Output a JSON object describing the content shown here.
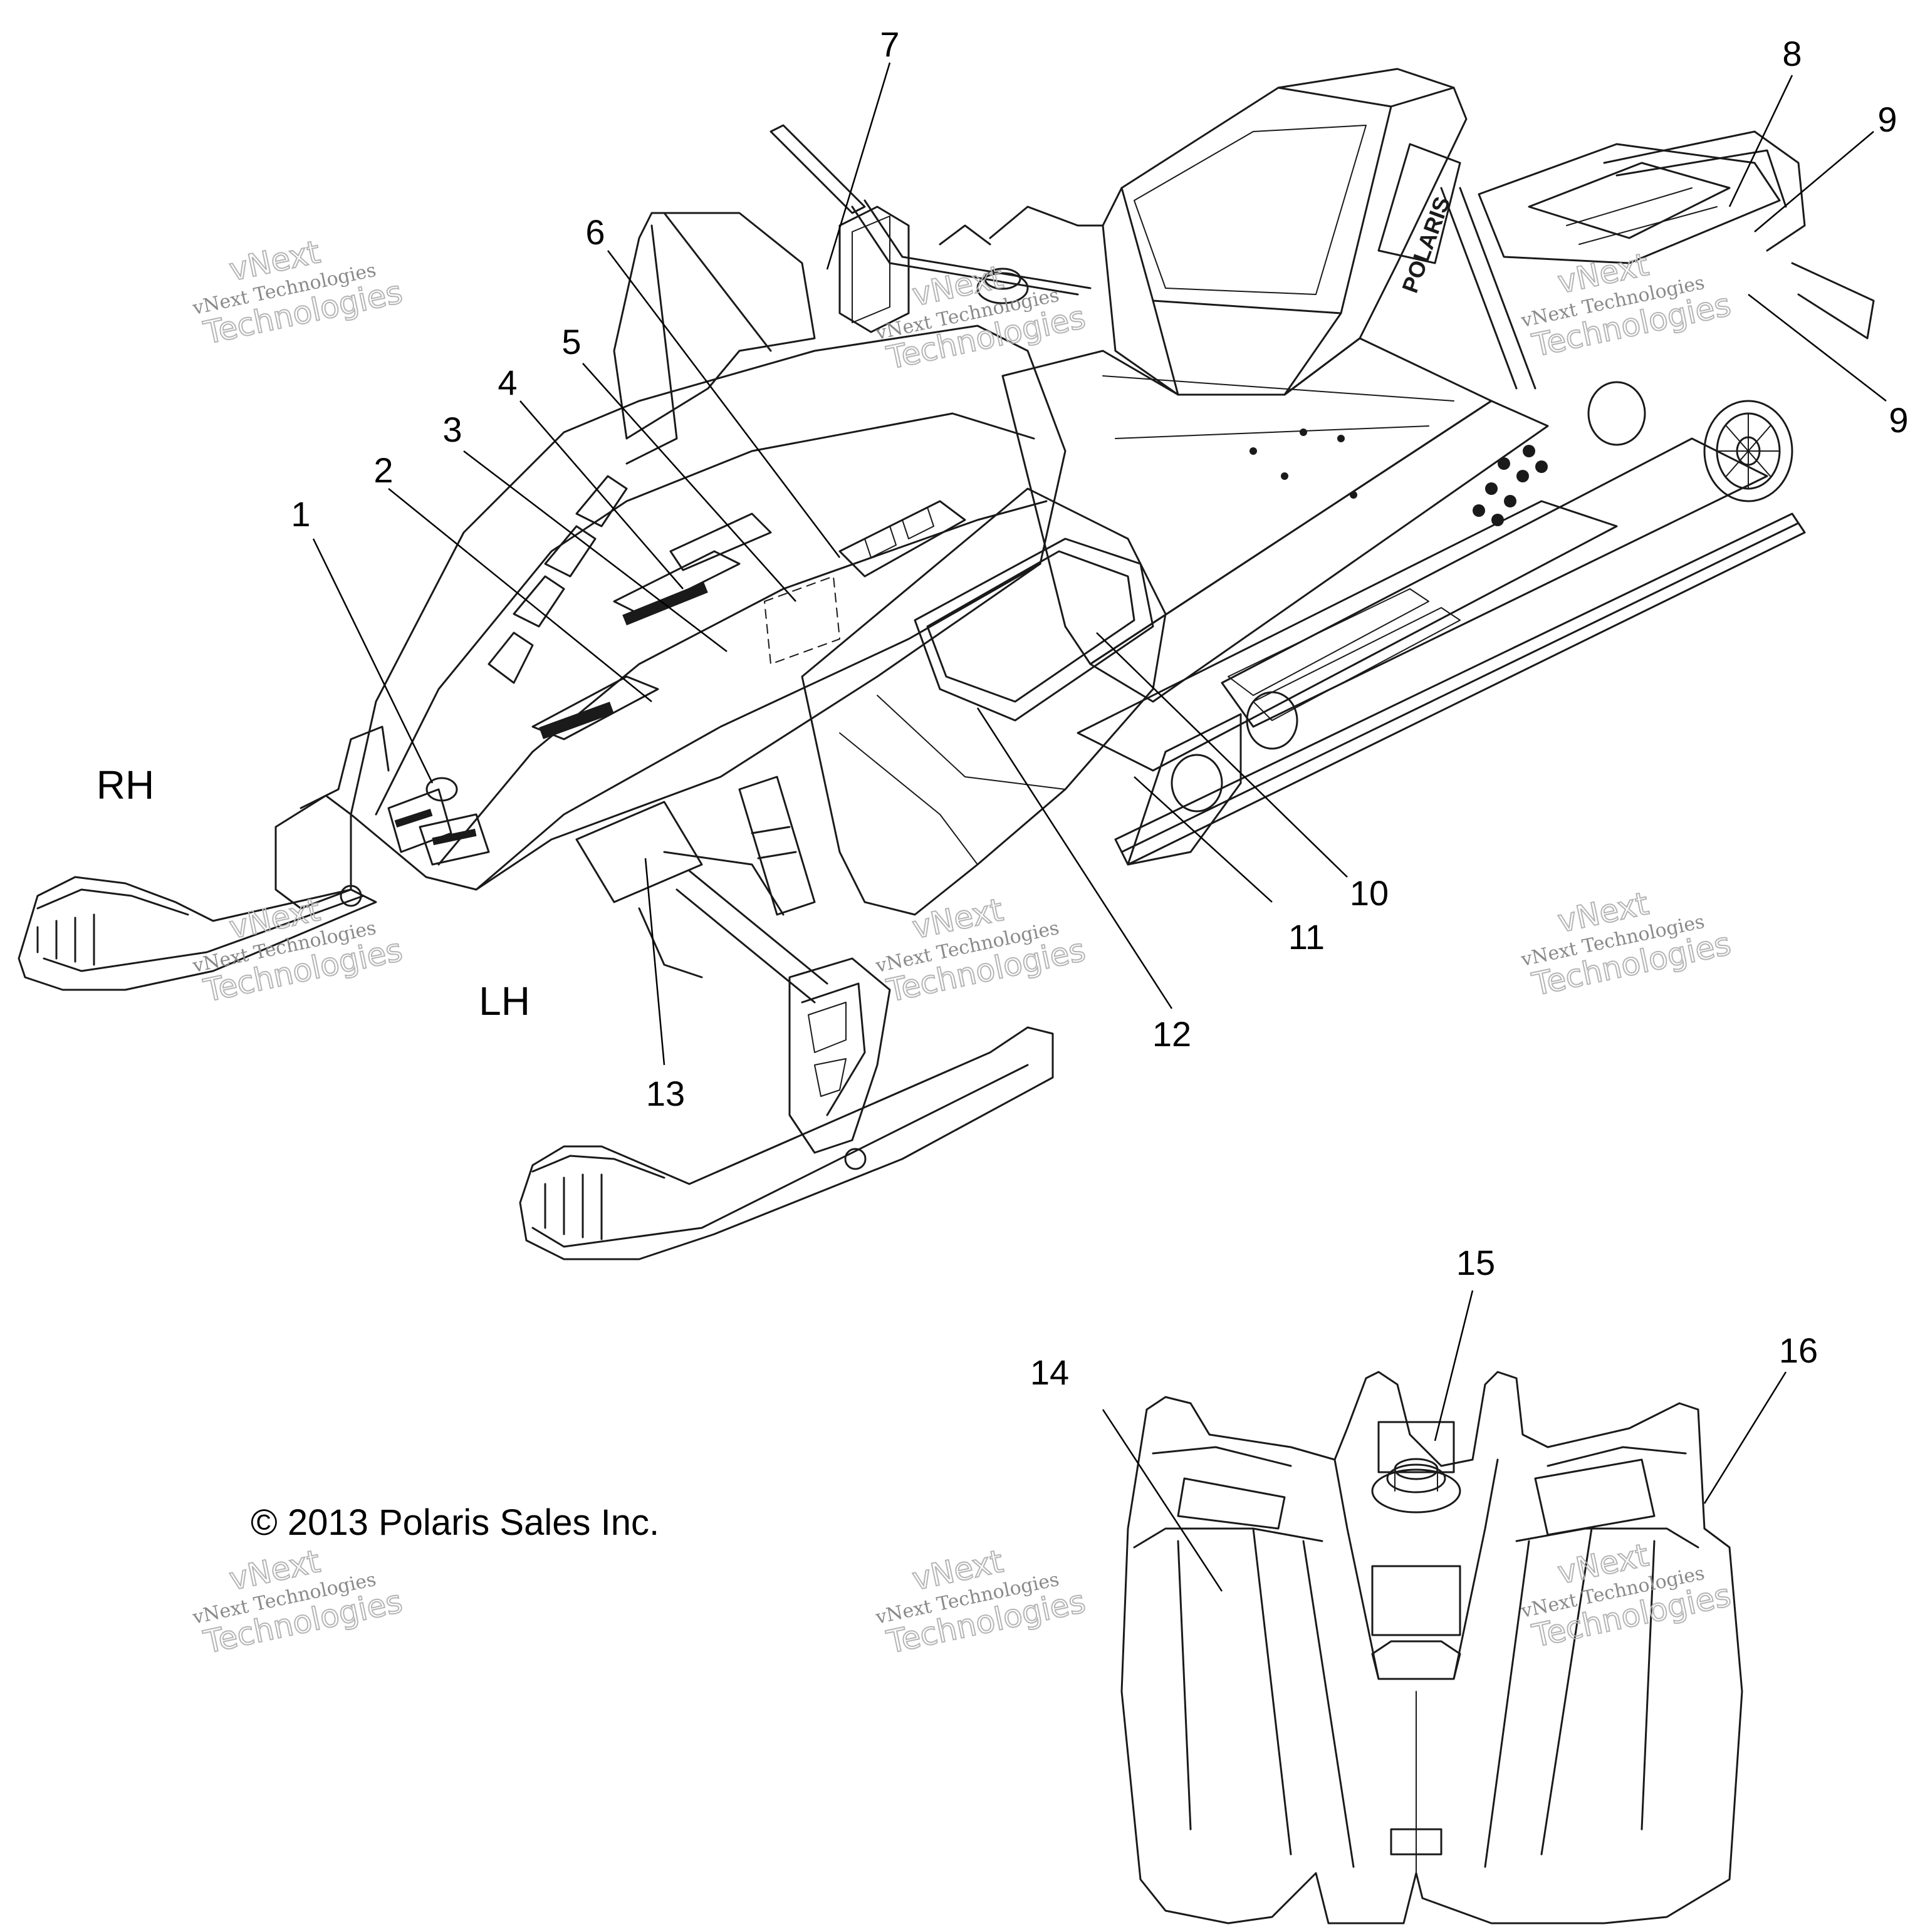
{
  "callouts": [
    {
      "label": "1"
    },
    {
      "label": "2"
    },
    {
      "label": "3"
    },
    {
      "label": "4"
    },
    {
      "label": "5"
    },
    {
      "label": "6"
    },
    {
      "label": "7"
    },
    {
      "label": "8"
    },
    {
      "label": "9"
    },
    {
      "label": "9"
    },
    {
      "label": "10"
    },
    {
      "label": "11"
    },
    {
      "label": "12"
    },
    {
      "label": "13"
    },
    {
      "label": "14"
    },
    {
      "label": "15"
    },
    {
      "label": "16"
    }
  ],
  "side_labels": {
    "right": "RH",
    "left": "LH"
  },
  "copyright": "© 2013 Polaris Sales Inc.",
  "seat_brand": "POLARIS",
  "watermark": {
    "line1": "vNext Technologies",
    "line2": "Technologies",
    "line0": "vNext"
  }
}
